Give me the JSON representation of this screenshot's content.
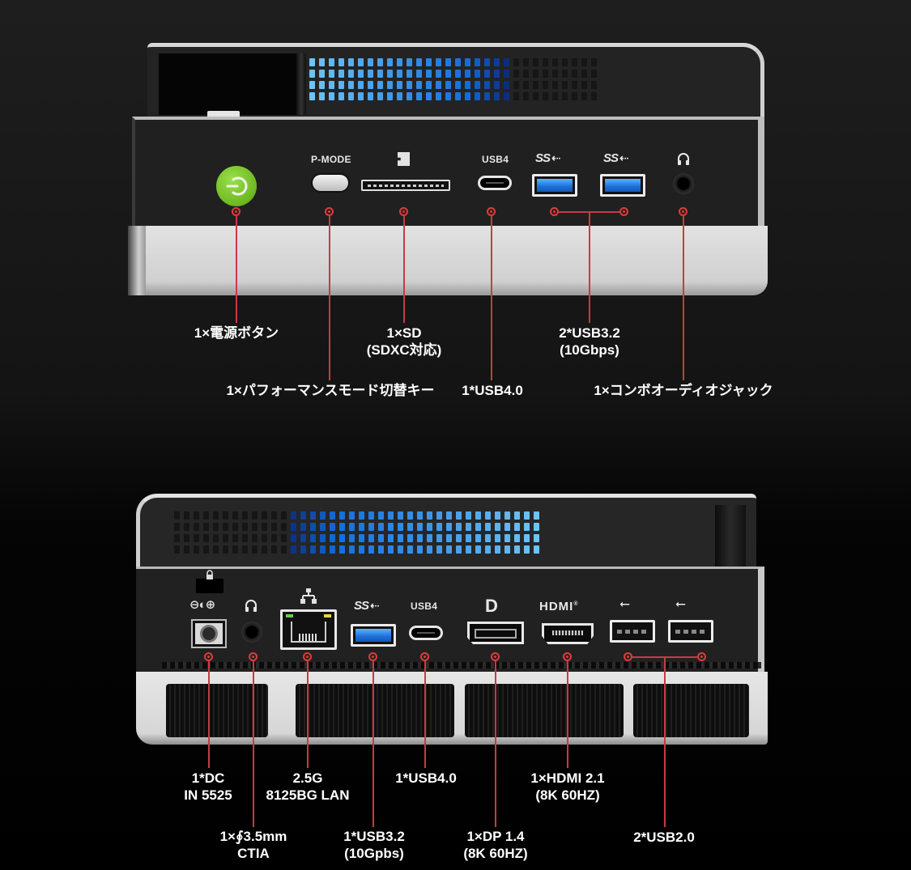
{
  "colors": {
    "background": "#000000",
    "callout_line": "#c93a43",
    "callout_dot": "#e23a3a",
    "power_button": "#6cb820",
    "usb_blue": "#1c6fd8",
    "vent_blue_light": "#6ec3f4",
    "vent_blue_dark": "#0a2f8c",
    "text": "#ffffff"
  },
  "front_panel": {
    "port_labels": {
      "pmode": "P-MODE",
      "usb4": "USB4",
      "ss_logo_1": "SS",
      "ss_logo_2": "SS",
      "usb_arrow": "⇠"
    },
    "icons": [
      "power-icon",
      "sd-card-icon",
      "superspeed-usb-icon",
      "headphone-icon"
    ],
    "callouts": {
      "power": "1×電源ボタン",
      "pmode": "1×パフォーマンスモード切替キー",
      "sd_line1": "1×SD",
      "sd_line2": "(SDXC対応)",
      "usb4": "1*USB4.0",
      "usb32_line1": "2*USB3.2",
      "usb32_line2": "(10Gbps)",
      "audio": "1×コンボオーディオジャック"
    }
  },
  "rear_panel": {
    "port_labels": {
      "dc_symbol": "⊖◐⊕",
      "ss_logo": "SS",
      "usb_arrow": "⇠",
      "usb4": "USB4",
      "dp_logo": "D",
      "hdmi_logo": "HDMI",
      "hdmi_reg": "®",
      "usb2_logo_1": "⭠",
      "usb2_logo_2": "⭠"
    },
    "icons": [
      "lock-icon",
      "dc-polarity-icon",
      "headphone-icon",
      "network-icon",
      "superspeed-usb-icon",
      "displayport-icon",
      "hdmi-icon",
      "usb-icon"
    ],
    "callouts": {
      "dc_line1": "1*DC",
      "dc_line2": "IN 5525",
      "audio_line1": "1×∮3.5mm",
      "audio_line2": "CTIA",
      "lan_line1": "2.5G",
      "lan_line2": "8125BG LAN",
      "usb32_line1": "1*USB3.2",
      "usb32_line2": "(10Gpbs)",
      "usb4": "1*USB4.0",
      "dp_line1": "1×DP 1.4",
      "dp_line2": "(8K 60HZ)",
      "hdmi_line1": "1×HDMI 2.1",
      "hdmi_line2": "(8K 60HZ)",
      "usb2": "2*USB2.0"
    }
  }
}
